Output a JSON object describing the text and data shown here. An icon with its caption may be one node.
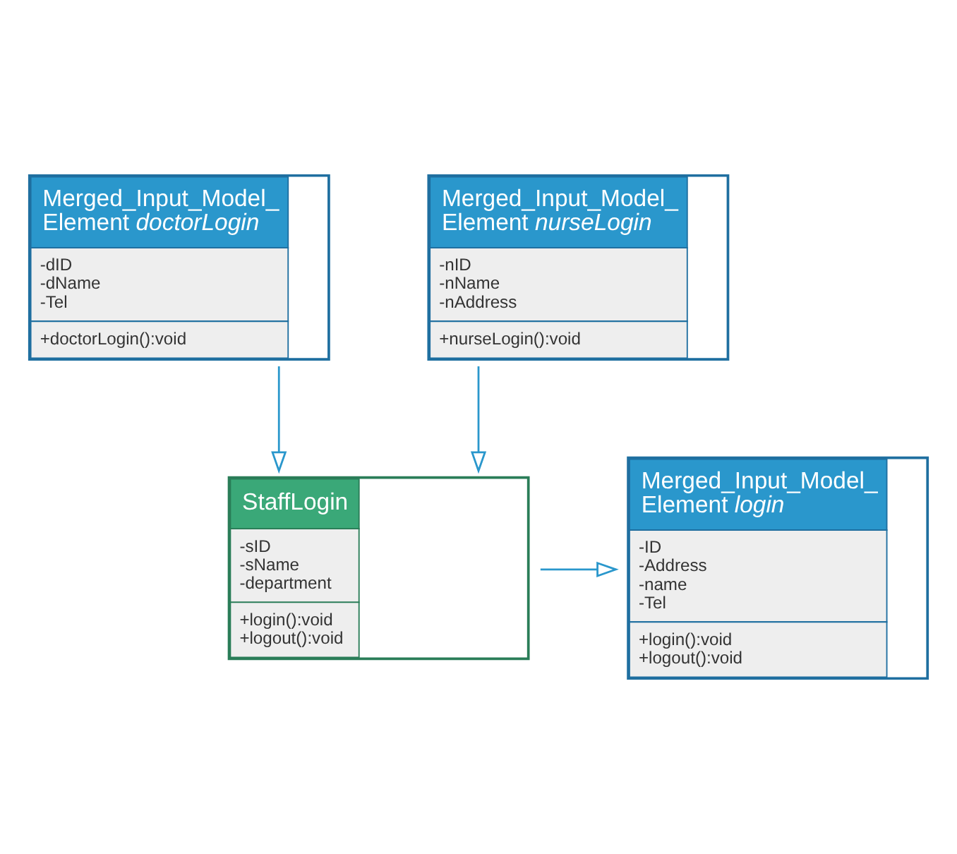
{
  "diagram": {
    "nodes": [
      {
        "text": [
          "Merged_Input_Model_ Element *doctorLogin*",
          "-dID -dName -Tel",
          "+doctorLogin():void"
        ]
      },
      {
        "text": [
          "Merged_Input_Model_ Element *nurseLogin*",
          "-nID -nName -nAddress",
          "+nurseLogin():void"
        ]
      },
      {
        "text": [
          "StaffLogin",
          "-sID -sName -department",
          "+login():void +logout():void"
        ]
      },
      {
        "text": [
          "Merged_Input_Model_ Element *login*",
          "-ID -Address -name -Tel",
          "+login():void +logout():void"
        ]
      }
    ],
    "edges": [
      {
        "from": 0,
        "to": 2,
        "arrow": "to"
      },
      {
        "from": 1,
        "to": 2,
        "arrow": "to"
      },
      {
        "from": 2,
        "to": 3,
        "arrow": "to"
      }
    ]
  }
}
